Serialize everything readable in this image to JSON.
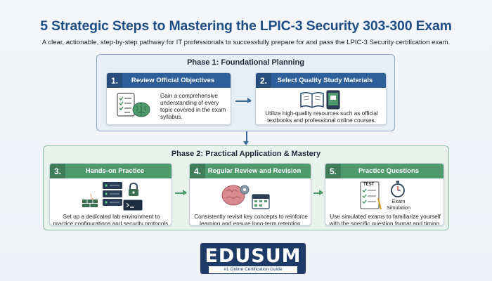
{
  "title": "5 Strategic Steps to Mastering the LPIC-3 Security 303-300 Exam",
  "subtitle": "A clear, actionable, step-by-step pathway for IT professionals to successfully prepare for and pass the LPIC-3 Security certification exam.",
  "phase1": {
    "title": "Phase 1: Foundational Planning",
    "steps": [
      {
        "num": "1.",
        "label": "Review Official Objectives",
        "desc": "Gain a comprehensive understanding of every topic covered in the exam syllabus."
      },
      {
        "num": "2.",
        "label": "Select Quality Study Materials",
        "desc": "Utilize high-quality resources such as official textbooks and professional online courses."
      }
    ]
  },
  "phase2": {
    "title": "Phase 2: Practical Application & Mastery",
    "steps": [
      {
        "num": "3.",
        "label": "Hands-on Practice",
        "desc": "Set up a dedicated lab environment to practice configurations and security protocols."
      },
      {
        "num": "4.",
        "label": "Regular Review and Revision",
        "desc": "Consistently revisit key concepts to reinforce learning and ensure long-term retention."
      },
      {
        "num": "5.",
        "label": "Practice Questions",
        "desc": "Use simulated exams to familiarize yourself with the specific question format and timing.",
        "icon_text": "Exam Simulation",
        "test_label": "TEST"
      }
    ]
  },
  "logo": {
    "name": "EDUSUM",
    "tagline": "#1 Online Certification Guide"
  },
  "colors": {
    "title": "#1f4f86",
    "phase1_head": "#2f5f98",
    "phase2_head": "#4e9a6c",
    "logo_bg": "#1d3b66"
  },
  "icons": [
    "checklist-icon",
    "brain-icon",
    "book-icon",
    "tablet-icon",
    "server-icon",
    "firewall-icon",
    "lock-icon",
    "terminal-icon",
    "brain-gears-icon",
    "calendar-icon",
    "test-sheet-icon",
    "stopwatch-icon"
  ]
}
